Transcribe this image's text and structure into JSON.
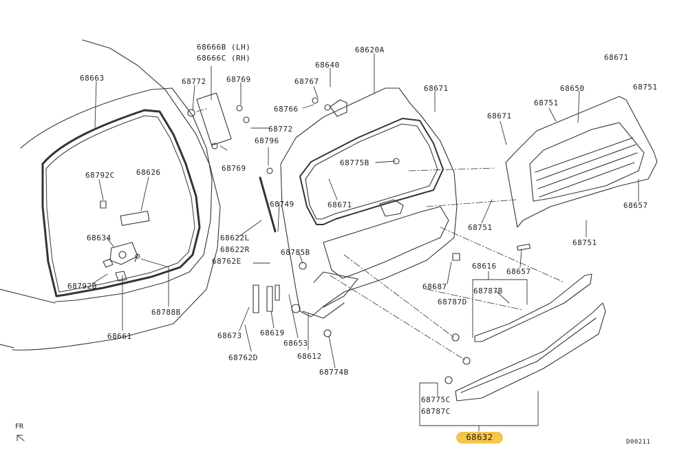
{
  "diagram": {
    "highlight_color": "#f6c54b",
    "direction_marker": "FR",
    "drawing_code": "D00211",
    "highlighted_part": "68632",
    "labels": [
      "68666B (LH)",
      "68666C (RH)",
      "68620A",
      "68663",
      "68772",
      "68769",
      "68640",
      "68767",
      "68766",
      "68772",
      "68671",
      "68671",
      "68751",
      "68650",
      "68671",
      "68751",
      "68796",
      "68769",
      "68775B",
      "68792C",
      "68626",
      "68671",
      "68749",
      "68751",
      "68657",
      "68634",
      "68622L",
      "68622R",
      "68762E",
      "68785B",
      "68751",
      "68792B",
      "68788B",
      "68657",
      "68616",
      "68687",
      "68787B",
      "68787D",
      "68661",
      "68673",
      "68619",
      "68653",
      "68612",
      "68762D",
      "68774B",
      "68775C",
      "68787C"
    ]
  }
}
